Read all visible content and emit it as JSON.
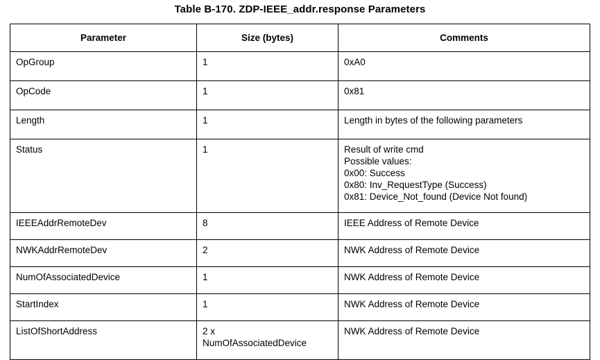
{
  "title": "Table B-170. ZDP-IEEE_addr.response Parameters",
  "table": {
    "columns": [
      "Parameter",
      "Size (bytes)",
      "Comments"
    ],
    "rows": [
      {
        "parameter": "OpGroup",
        "size": "1",
        "comments": "0xA0"
      },
      {
        "parameter": "OpCode",
        "size": "1",
        "comments": "0x81"
      },
      {
        "parameter": "Length",
        "size": "1",
        "comments": "Length in bytes of the following parameters"
      },
      {
        "parameter": "Status",
        "size": "1",
        "comments": "Result of write cmd\nPossible values:\n0x00: Success\n0x80: Inv_RequestType (Success)\n0x81: Device_Not_found (Device Not found)"
      },
      {
        "parameter": "IEEEAddrRemoteDev",
        "size": "8",
        "comments": "IEEE Address of Remote Device"
      },
      {
        "parameter": "NWKAddrRemoteDev",
        "size": "2",
        "comments": "NWK Address of Remote Device"
      },
      {
        "parameter": "NumOfAssociatedDevice",
        "size": "1",
        "comments": "NWK Address of Remote Device"
      },
      {
        "parameter": "StartIndex",
        "size": "1",
        "comments": "NWK Address of Remote Device"
      },
      {
        "parameter": "ListOfShortAddress",
        "size": "2 x\nNumOfAssociatedDevice",
        "comments": "NWK Address of Remote Device"
      }
    ]
  },
  "colors": {
    "background": "#ffffff",
    "text": "#000000",
    "border": "#000000"
  }
}
